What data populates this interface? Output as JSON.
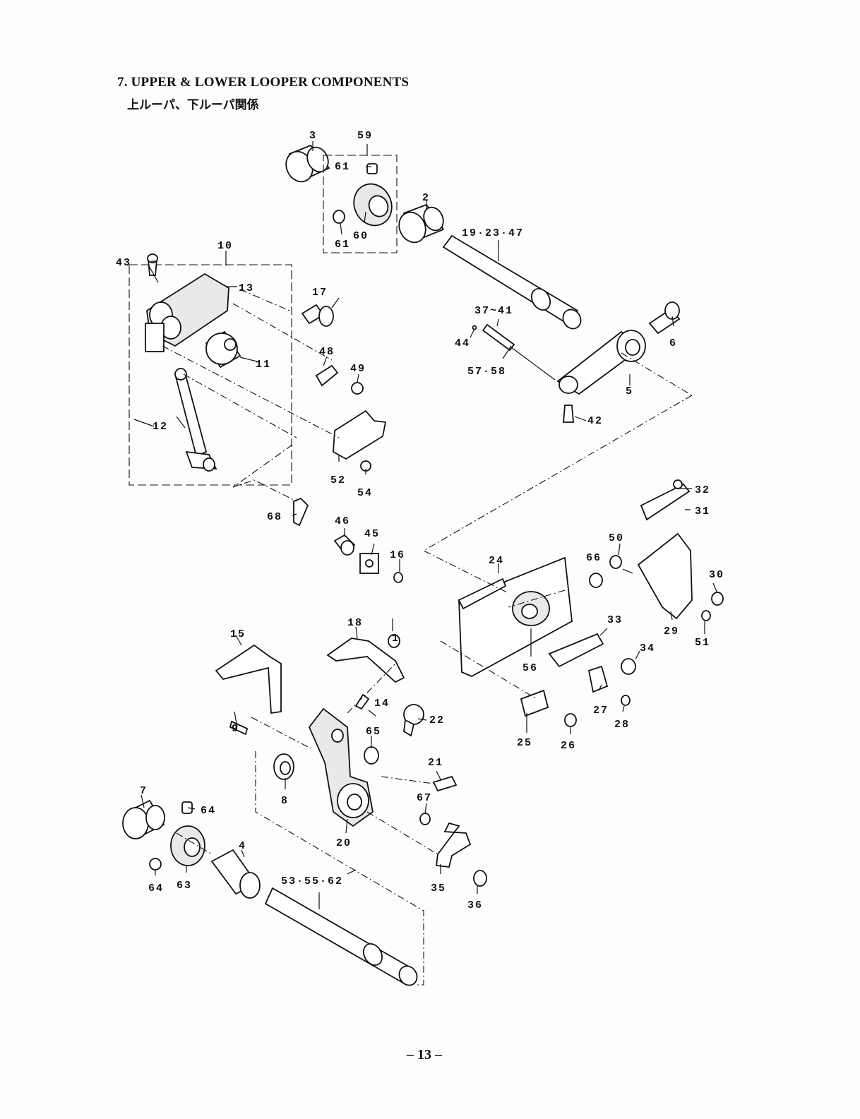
{
  "header": {
    "title": "7. UPPER & LOWER LOOPER COMPONENTS",
    "subtitle": "上ルーパ、下ルーパ関係"
  },
  "footer": {
    "page_number": "– 13 –"
  },
  "callouts": [
    "1",
    "2",
    "3",
    "4",
    "5",
    "6",
    "7",
    "8",
    "9",
    "10",
    "11",
    "12",
    "13",
    "14",
    "15",
    "16",
    "17",
    "18",
    "19·23·47",
    "20",
    "21",
    "22",
    "24",
    "25",
    "26",
    "27",
    "28",
    "29",
    "30",
    "31",
    "32",
    "33",
    "34",
    "35",
    "36",
    "37~41",
    "42",
    "43",
    "44",
    "45",
    "46",
    "48",
    "49",
    "50",
    "51",
    "52",
    "53·55·62",
    "54",
    "56",
    "57·58",
    "59",
    "60",
    "61",
    "61",
    "63",
    "64",
    "64",
    "65",
    "66",
    "67",
    "68"
  ]
}
